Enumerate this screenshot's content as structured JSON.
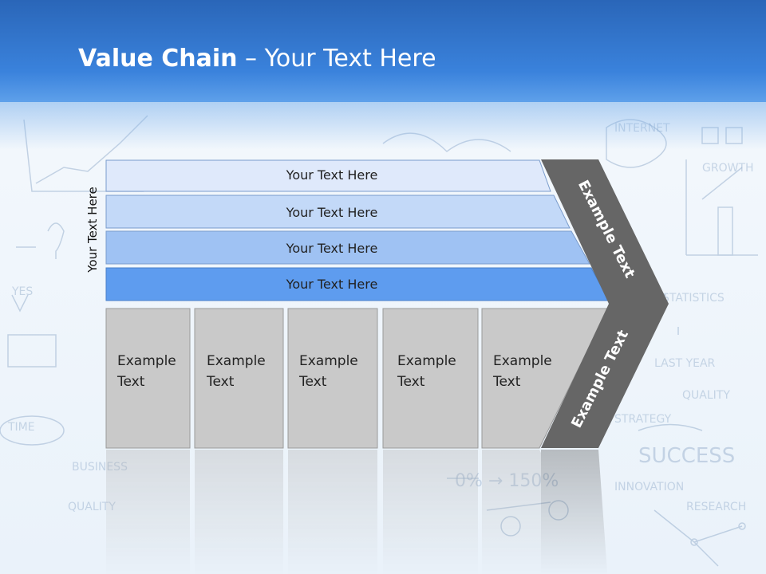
{
  "title": {
    "bold": "Value Chain",
    "rest": " – Your Text Here"
  },
  "side_label": "Your Text Here",
  "bars": [
    {
      "label": "Your Text Here",
      "color": "#dfe9fb"
    },
    {
      "label": "Your Text Here",
      "color": "#c3d9f8"
    },
    {
      "label": "Your Text Here",
      "color": "#9fc2f3"
    },
    {
      "label": "Your Text Here",
      "color": "#5e9cef"
    }
  ],
  "boxes": [
    {
      "line1": "Example",
      "line2": "Text"
    },
    {
      "line1": "Example",
      "line2": "Text"
    },
    {
      "line1": "Example",
      "line2": "Text"
    },
    {
      "line1": "Example",
      "line2": "Text"
    },
    {
      "line1": "Example",
      "line2": "Text"
    }
  ],
  "arrow": {
    "top_label": "Example Text",
    "bottom_label": "Example Text",
    "color": "#666666"
  },
  "colors": {
    "header": "#2f70c8",
    "box": "#c9c9c9",
    "box_border": "#9a9a9a"
  }
}
